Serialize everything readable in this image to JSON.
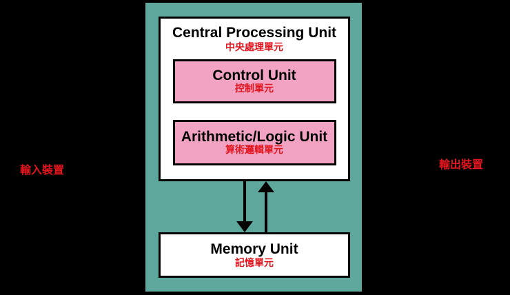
{
  "colors": {
    "background": "#000000",
    "panel": "#5ea79d",
    "box-fill": "#ffffff",
    "pink-fill": "#f2a3c3",
    "line": "#000000",
    "red-text": "#e2161f"
  },
  "diagram": {
    "cpu": {
      "title_en": "Central Processing Unit",
      "title_zh": "中央處理單元",
      "control_unit": {
        "title_en": "Control Unit",
        "title_zh": "控制單元"
      },
      "alu": {
        "title_en": "Arithmetic/Logic Unit",
        "title_zh": "算術邏輯單元"
      }
    },
    "memory_unit": {
      "title_en": "Memory Unit",
      "title_zh": "記憶單元"
    },
    "input_label_zh": "輸入裝置",
    "output_label_zh": "輸出裝置"
  }
}
